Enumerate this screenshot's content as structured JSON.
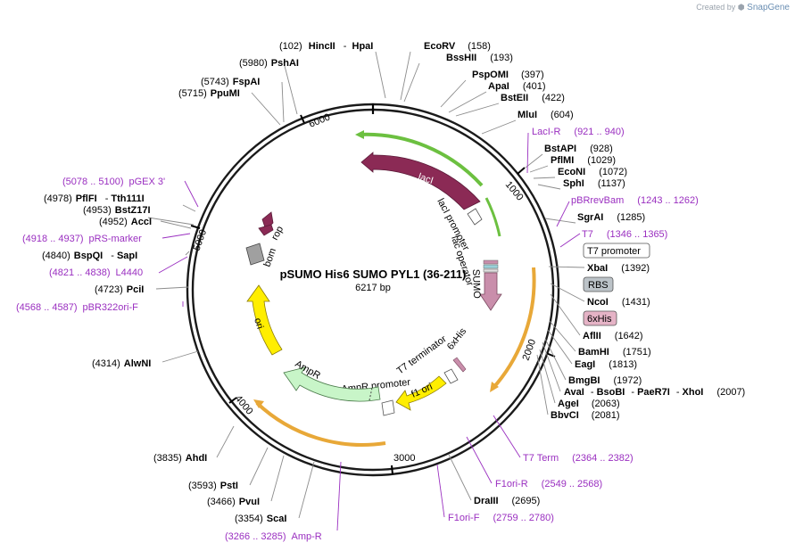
{
  "credit": {
    "prefix": "Created by",
    "brand": "SnapGene"
  },
  "plasmid": {
    "name": "pSUMO His6 SUMO PYL1 (36-211)",
    "length": "6217 bp"
  },
  "ticks": [
    "1000",
    "2000",
    "3000",
    "4000",
    "5000",
    "6000"
  ],
  "features": [
    {
      "name": "lacI",
      "color": "#8b2a55"
    },
    {
      "name": "lacI promoter",
      "color": "#ffffff"
    },
    {
      "name": "lac operator",
      "color": "#ffffff"
    },
    {
      "name": "SUMO",
      "color": "#c98eab"
    },
    {
      "name": "6xHis",
      "color": "#c98eab"
    },
    {
      "name": "T7 terminator",
      "color": "#ffffff"
    },
    {
      "name": "f1 ori",
      "color": "#ffee00"
    },
    {
      "name": "AmpR promoter",
      "color": "#ffffff"
    },
    {
      "name": "AmpR",
      "color": "#c8f5c8"
    },
    {
      "name": "ori",
      "color": "#ffee00"
    },
    {
      "name": "bom",
      "color": "#a0a0a0"
    },
    {
      "name": "rop",
      "color": "#8b2a55"
    }
  ],
  "labels_left": [
    {
      "pos": "(102)",
      "name": "HincII",
      "sep": "-",
      "name2": "HpaI"
    },
    {
      "pos": "(5980)",
      "name": "PshAI"
    },
    {
      "pos": "(5743)",
      "name": "FspAI"
    },
    {
      "pos": "(5715)",
      "name": "PpuMI"
    },
    {
      "primer": "(5078 .. 5100)",
      "pname": "pGEX 3'"
    },
    {
      "pos": "(4978)",
      "name": "PflFI",
      "sep": "-",
      "name2": "Tth111I"
    },
    {
      "pos": "(4953)",
      "name": "BstZ17I"
    },
    {
      "pos": "(4952)",
      "name": "AccI"
    },
    {
      "primer": "(4918 .. 4937)",
      "pname": "pRS-marker"
    },
    {
      "pos": "(4840)",
      "name": "BspQI",
      "sep": "-",
      "name2": "SapI"
    },
    {
      "primer": "(4821 .. 4838)",
      "pname": "L4440"
    },
    {
      "pos": "(4723)",
      "name": "PciI"
    },
    {
      "primer": "(4568 .. 4587)",
      "pname": "pBR322ori-F"
    },
    {
      "pos": "(4314)",
      "name": "AlwNI"
    },
    {
      "pos": "(3835)",
      "name": "AhdI"
    },
    {
      "pos": "(3593)",
      "name": "PstI"
    },
    {
      "pos": "(3466)",
      "name": "PvuI"
    },
    {
      "pos": "(3354)",
      "name": "ScaI"
    },
    {
      "primer": "(3266 .. 3285)",
      "pname": "Amp-R"
    }
  ],
  "labels_right": [
    {
      "name": "EcoRV",
      "pos": "(158)"
    },
    {
      "name": "BssHII",
      "pos": "(193)"
    },
    {
      "name": "PspOMI",
      "pos": "(397)"
    },
    {
      "name": "ApaI",
      "pos": "(401)"
    },
    {
      "name": "BstEII",
      "pos": "(422)"
    },
    {
      "name": "MluI",
      "pos": "(604)"
    },
    {
      "pname": "LacI-R",
      "primer": "(921 .. 940)"
    },
    {
      "name": "BstAPI",
      "pos": "(928)"
    },
    {
      "name": "PflMI",
      "pos": "(1029)"
    },
    {
      "name": "EcoNI",
      "pos": "(1072)"
    },
    {
      "name": "SphI",
      "pos": "(1137)"
    },
    {
      "pname": "pBRrevBam",
      "primer": "(1243 .. 1262)"
    },
    {
      "name": "SgrAI",
      "pos": "(1285)"
    },
    {
      "pname": "T7",
      "primer": "(1346 .. 1365)"
    },
    {
      "box": "T7 promoter"
    },
    {
      "name": "XbaI",
      "pos": "(1392)"
    },
    {
      "box": "RBS"
    },
    {
      "name": "NcoI",
      "pos": "(1431)"
    },
    {
      "box": "6xHis"
    },
    {
      "name": "AflII",
      "pos": "(1642)"
    },
    {
      "name": "BamHI",
      "pos": "(1751)"
    },
    {
      "name": "EagI",
      "pos": "(1813)"
    },
    {
      "name": "BmgBI",
      "pos": "(1972)"
    },
    {
      "name": "AvaI",
      "sep": "-",
      "name2": "BsoBI",
      "sep2": "-",
      "name3": "PaeR7I",
      "sep3": "-",
      "name4": "XhoI",
      "pos": "(2007)"
    },
    {
      "name": "AgeI",
      "pos": "(2063)"
    },
    {
      "name": "BbvCI",
      "pos": "(2081)"
    },
    {
      "pname": "T7 Term",
      "primer": "(2364 .. 2382)"
    },
    {
      "pname": "F1ori-R",
      "primer": "(2549 .. 2568)"
    },
    {
      "name": "DraIII",
      "pos": "(2695)"
    },
    {
      "pname": "F1ori-F",
      "primer": "(2759 .. 2780)"
    }
  ],
  "colors": {
    "primer": "#9a2fc0",
    "green": "#6cc040",
    "orange": "#e8a838",
    "backbone": "#1a1a1a"
  }
}
